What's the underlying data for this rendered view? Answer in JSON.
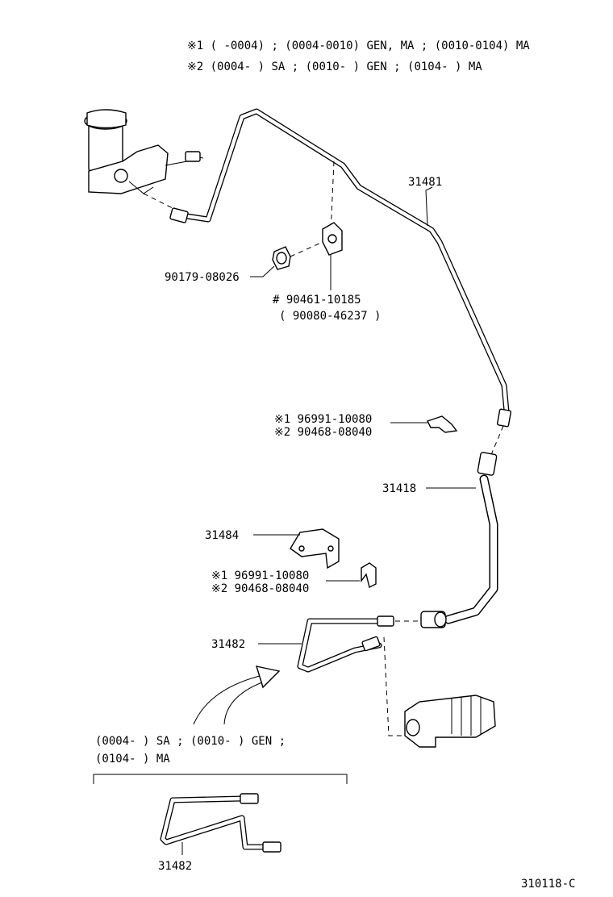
{
  "header": {
    "line1": "※1 (      -0004) ; (0004-0010) GEN, MA ; (0010-0104) MA",
    "line2": "※2 (0004-      ) SA ; (0010-      ) GEN ; (0104-      ) MA"
  },
  "labels": {
    "p31481": "31481",
    "p90179": "90179-08026",
    "p90461": "# 90461-10185",
    "p90080": "( 90080-46237 )",
    "clip_a1": "※1 96991-10080",
    "clip_a2": "※2 90468-08040",
    "p31418": "31418",
    "p31484": "31484",
    "clip_b1": "※1 96991-10080",
    "clip_b2": "※2 90468-08040",
    "p31482": "31482",
    "p31482_alt": "31482"
  },
  "variant": {
    "line1": "(0004-      ) SA ; (0010-      ) GEN ;",
    "line2": "(0104-      ) MA"
  },
  "figure_code": "310118-C"
}
